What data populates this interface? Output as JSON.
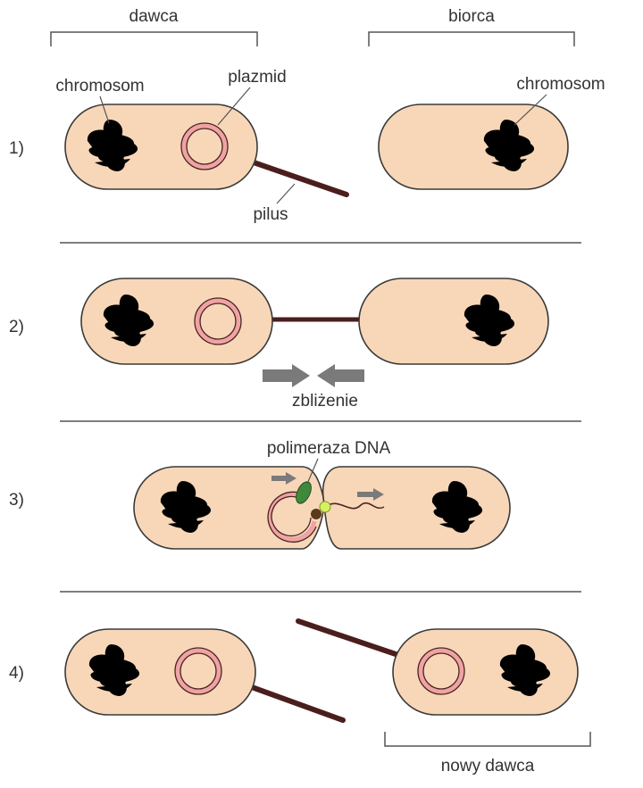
{
  "labels": {
    "donor": "dawca",
    "recipient": "biorca",
    "chromosome_left": "chromosom",
    "chromosome_right": "chromosom",
    "plasmid": "plazmid",
    "pilus": "pilus",
    "approach": "zbliżenie",
    "polymerase": "polimeraza DNA",
    "new_donor": "nowy dawca"
  },
  "steps": [
    "1)",
    "2)",
    "3)",
    "4)"
  ],
  "colors": {
    "cell_fill": "#f8d7b8",
    "outline": "#3a3a3a",
    "pilus": "#4b1e1e",
    "chromosome": "#6a2b2b",
    "plasmid": "#f0a3a3",
    "arrow": "#7a7a7a",
    "polymerase": "#3f8a3a",
    "dot_dark": "#5a3a1a",
    "dot_light": "#d8f060"
  }
}
